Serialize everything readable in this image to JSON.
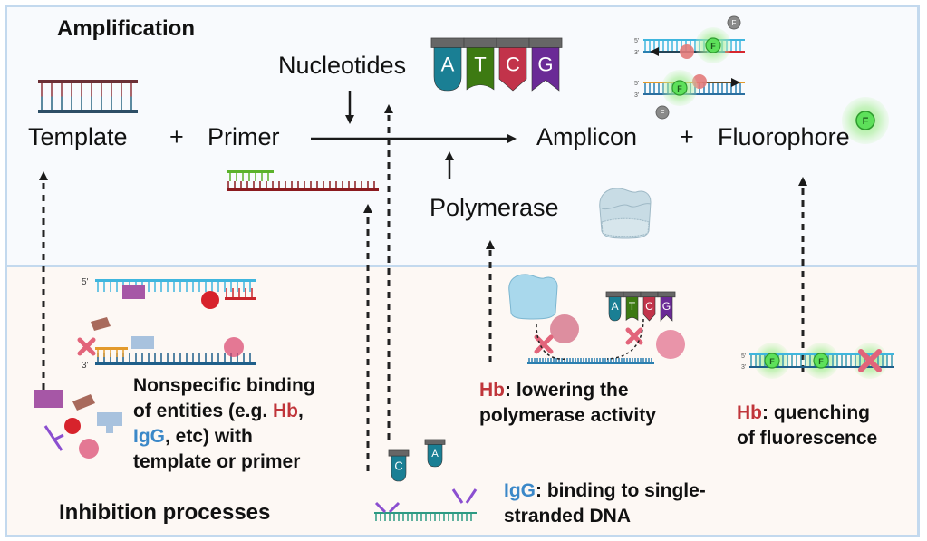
{
  "sections": {
    "amplification": {
      "heading": "Amplification",
      "reaction": {
        "template": "Template",
        "plus1": "+",
        "primer": "Primer",
        "nucleotides": "Nucleotides",
        "polymerase": "Polymerase",
        "amplicon": "Amplicon",
        "plus2": "+",
        "fluorophore": "Fluorophore"
      },
      "nucleotide_letters": [
        "A",
        "T",
        "C",
        "G"
      ],
      "fluorophore_symbol": "F",
      "strand_labels": {
        "five": "5'",
        "three": "3'"
      }
    },
    "inhibition": {
      "heading": "Inhibition processes",
      "nonspecific": {
        "line1": "Nonspecific binding",
        "line2_pre": "of entities (e.g. ",
        "hb": "Hb",
        "line2_post": ",",
        "igg": "IgG",
        "line3_post": ", etc) with",
        "line4": "template or primer"
      },
      "polymerase_effect": {
        "hb": "Hb",
        "line1_post": ": lowering the",
        "line2": "polymerase activity"
      },
      "igg_effect": {
        "igg": "IgG",
        "line1_post": ": binding to single-",
        "line2": "stranded DNA"
      },
      "fluorescence_effect": {
        "hb": "Hb",
        "line1_post": ": quenching",
        "line2": "of fluorescence"
      }
    }
  },
  "colors": {
    "hb_red": "#c0353a",
    "igg_blue": "#3b88c8",
    "nuc_A": "#1a7f94",
    "nuc_T": "#3d7a12",
    "nuc_C": "#c2334a",
    "nuc_G": "#6a2a96",
    "fluor_green": "#5de05a"
  }
}
